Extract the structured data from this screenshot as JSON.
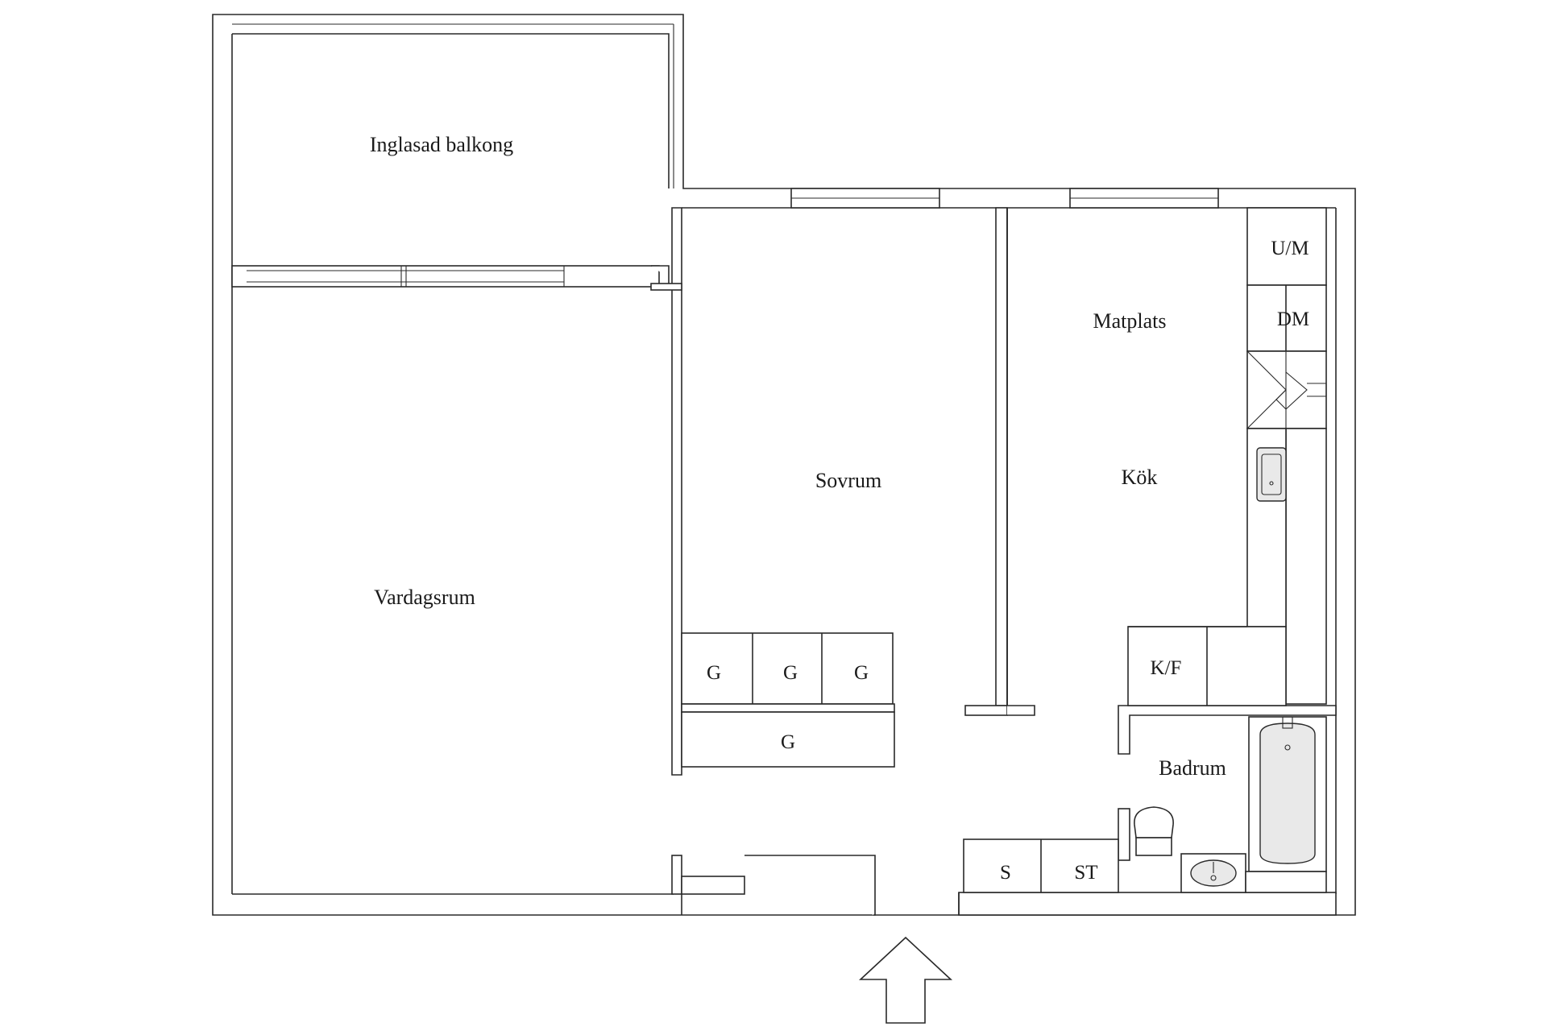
{
  "rooms": {
    "balcony": "Inglasad balkong",
    "living": "Vardagsrum",
    "bedroom": "Sovrum",
    "dining": "Matplats",
    "kitchen": "Kök",
    "bathroom": "Badrum"
  },
  "fixtures": {
    "wardrobe_1": "G",
    "wardrobe_2": "G",
    "wardrobe_3": "G",
    "wardrobe_4": "G",
    "oven_microwave": "U/M",
    "dishwasher": "DM",
    "fridge_freezer": "K/F",
    "closet_s": "S",
    "closet_st": "ST"
  },
  "colors": {
    "line": "#2a2a2a",
    "background": "#ffffff",
    "fixture_fill": "#e9e9e9"
  },
  "icons": {
    "entrance": "entrance-arrow-icon",
    "bathtub": "bathtub-icon",
    "toilet": "toilet-icon",
    "washbasin": "washbasin-icon",
    "sink": "kitchen-sink-icon",
    "hood": "range-hood-icon"
  }
}
